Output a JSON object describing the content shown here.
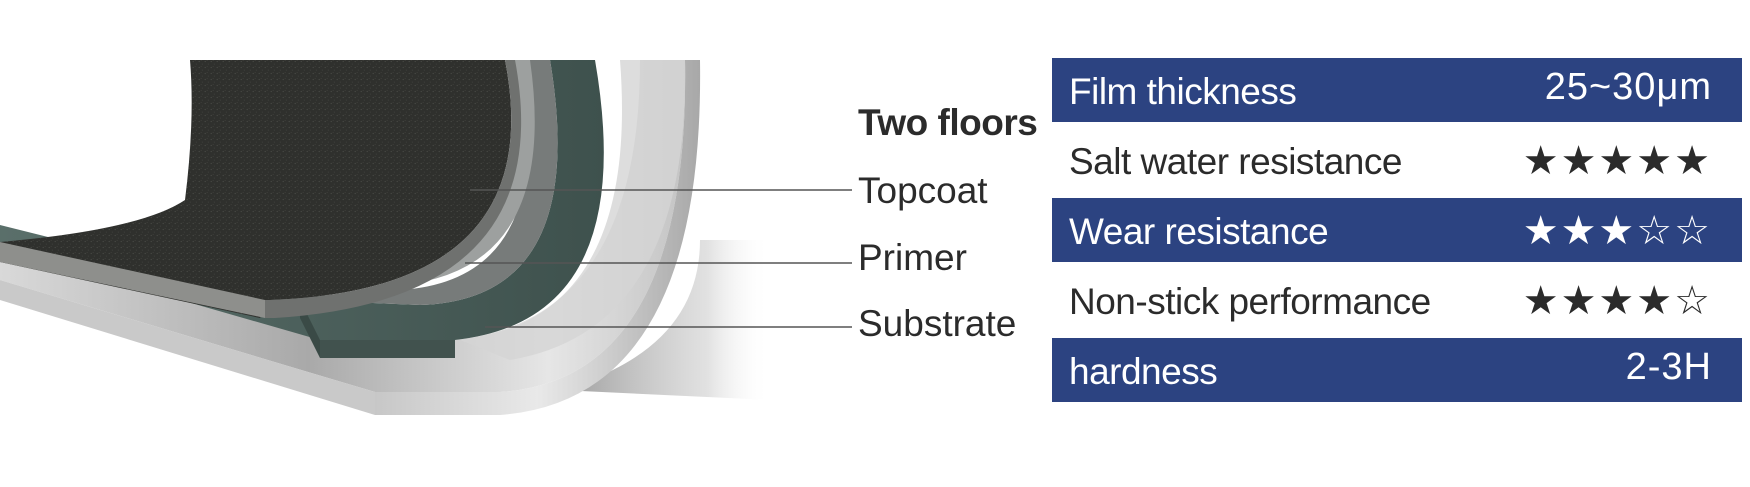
{
  "callouts": {
    "title": "Two floors",
    "layers": [
      "Topcoat",
      "Primer",
      "Substrate"
    ]
  },
  "specs": [
    {
      "label": "Film thickness",
      "value": "25~30μm",
      "style": "band"
    },
    {
      "label": "Salt water resistance",
      "rating": 5,
      "max": 5,
      "style": "plain"
    },
    {
      "label": "Wear resistance",
      "rating": 3,
      "max": 5,
      "style": "band"
    },
    {
      "label": "Non-stick performance",
      "rating": 4,
      "max": 5,
      "style": "plain"
    },
    {
      "label": "hardness",
      "value": "2-3H",
      "style": "band"
    }
  ],
  "colors": {
    "band": "#2c4381",
    "topcoat": "#2f302d",
    "primer": "#4d615c",
    "substrate": "#b9b9b9"
  },
  "icons": {
    "filled_star": "filled-star-icon",
    "empty_star": "empty-star-icon"
  }
}
